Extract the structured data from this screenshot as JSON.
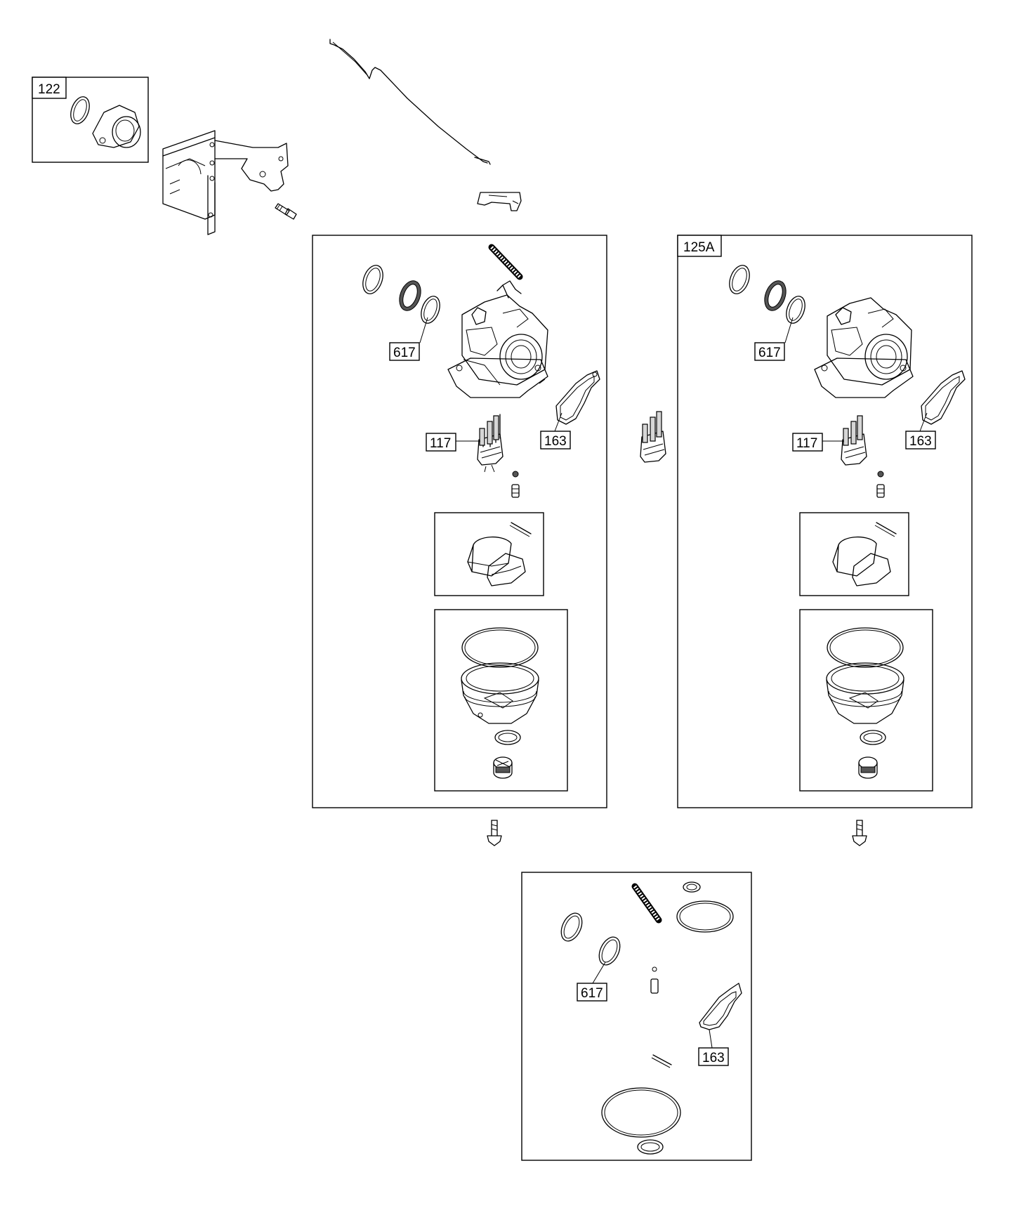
{
  "callouts": {
    "c122": "122",
    "c125a": "125A",
    "c617_left": "617",
    "c117_left": "117",
    "c163_left": "163",
    "c617_right": "617",
    "c117_right": "117",
    "c163_right": "163",
    "c617_kit": "617",
    "c163_kit": "163"
  }
}
